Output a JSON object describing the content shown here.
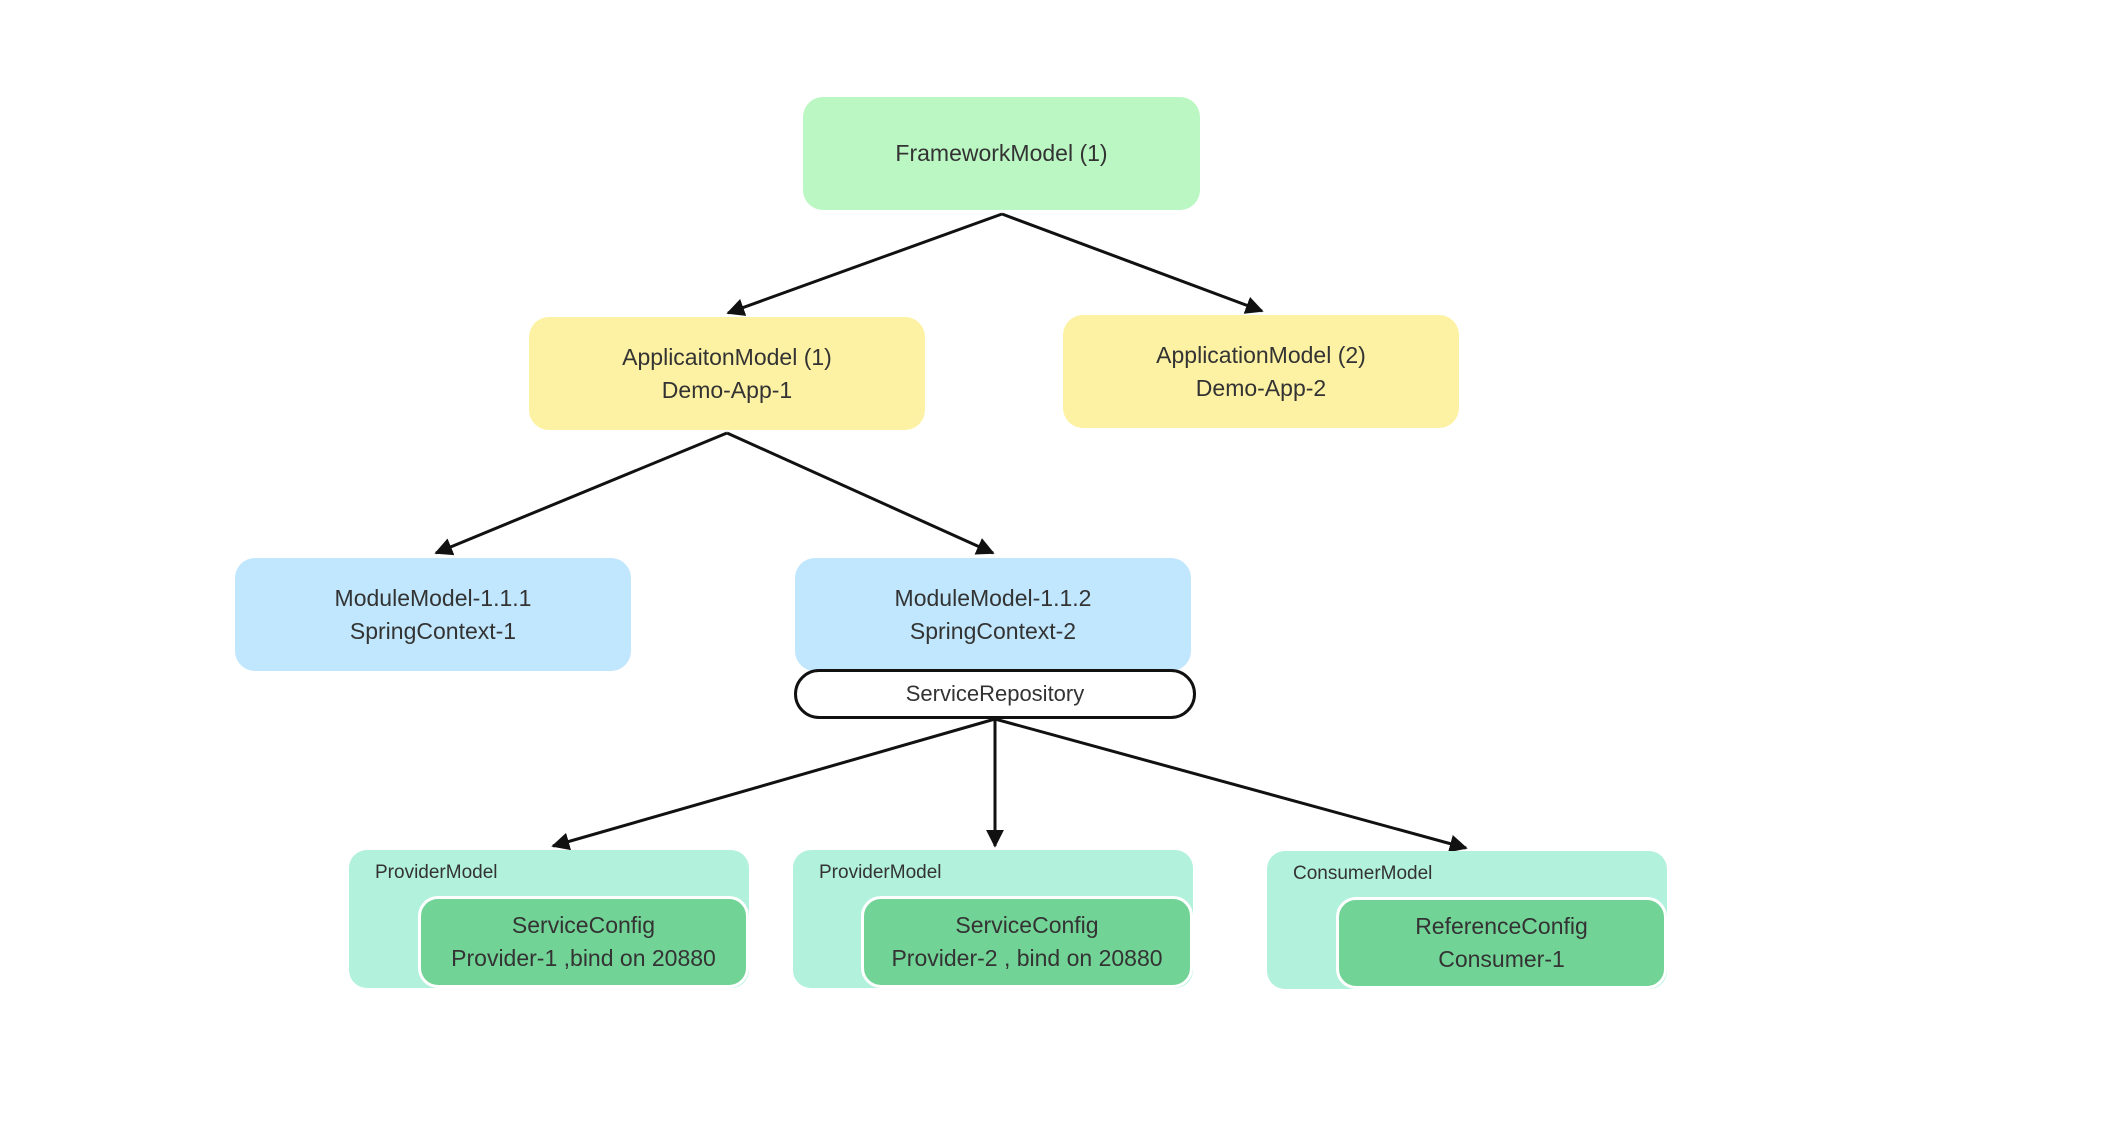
{
  "framework": {
    "title": "FrameworkModel (1)"
  },
  "applications": [
    {
      "title": "ApplicaitonModel (1)",
      "subtitle": "Demo-App-1"
    },
    {
      "title": "ApplicationModel (2)",
      "subtitle": "Demo-App-2"
    }
  ],
  "modules": [
    {
      "title": "ModuleModel-1.1.1",
      "subtitle": "SpringContext-1"
    },
    {
      "title": "ModuleModel-1.1.2",
      "subtitle": "SpringContext-2"
    }
  ],
  "service_repository": {
    "label": "ServiceRepository"
  },
  "models": [
    {
      "label": "ProviderModel",
      "config": "ServiceConfig",
      "detail": "Provider-1 ,bind on 20880"
    },
    {
      "label": "ProviderModel",
      "config": "ServiceConfig",
      "detail": "Provider-2 , bind on 20880"
    },
    {
      "label": "ConsumerModel",
      "config": "ReferenceConfig",
      "detail": "Consumer-1"
    }
  ],
  "colors": {
    "framework": "#baf7c3",
    "application": "#fdf2a3",
    "module": "#c0e7fd",
    "model_outer": "#b2f1dc",
    "config_inner": "#72d396",
    "arrow": "#111111"
  }
}
